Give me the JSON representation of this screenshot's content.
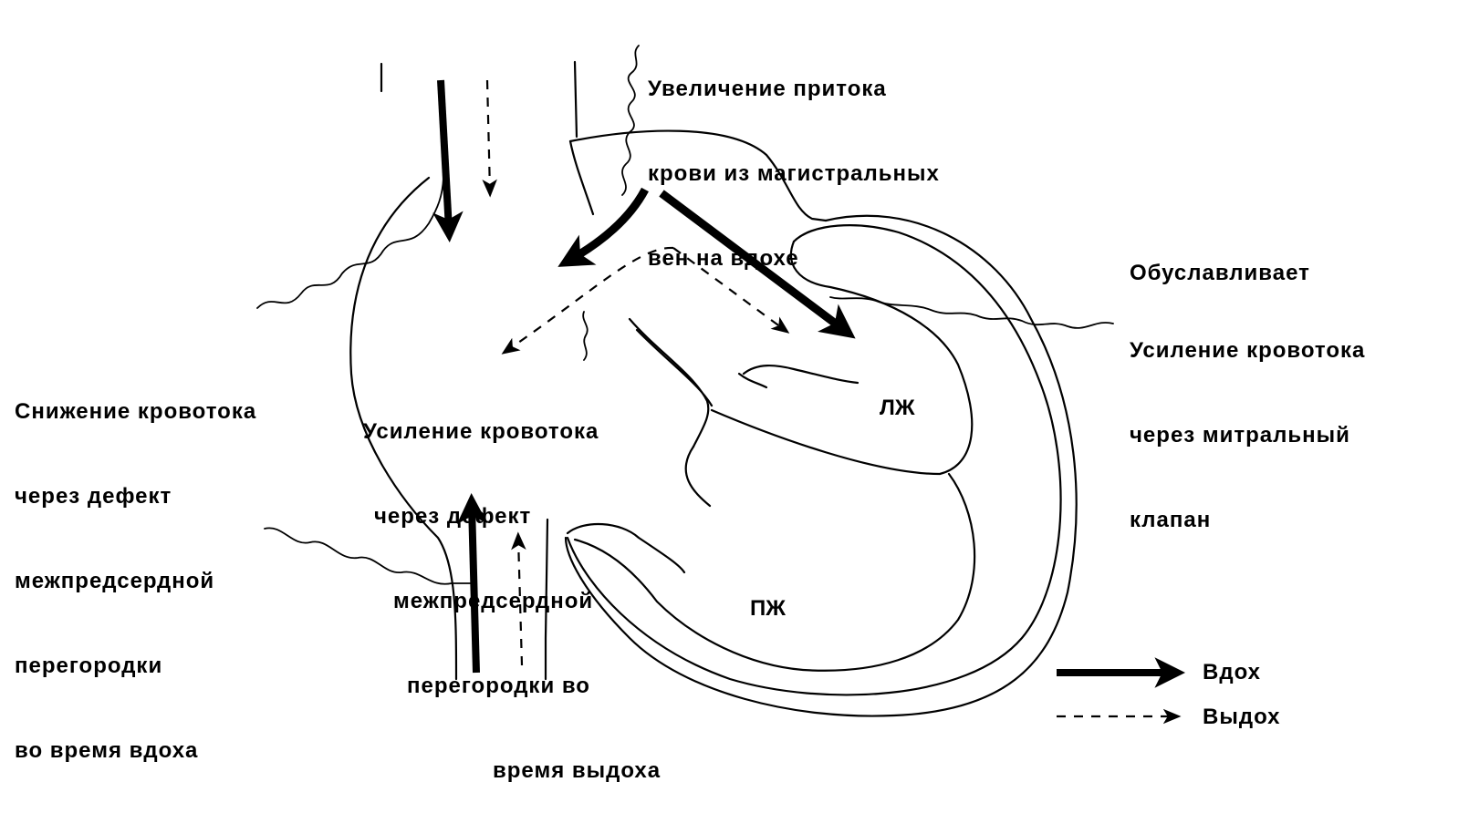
{
  "labels": {
    "inflow": [
      "Увеличение притока",
      "крови из магистральных",
      "вен на вдохе"
    ],
    "causes": "Обуславливает",
    "mitral": [
      "Усиление кровотока",
      "через митральный",
      "клапан"
    ],
    "asd_inspiration": [
      "Снижение кровотока",
      "через дефект",
      "межпредсердной",
      "перегородки",
      "во время вдоха"
    ],
    "asd_expiration": [
      "Усиление кровотока",
      "через дефект",
      "межпредсердной",
      "перегородки во",
      "время выдоха"
    ],
    "lv": "ЛЖ",
    "rv": "ПЖ"
  },
  "legend": {
    "inspiration": "Вдох",
    "expiration": "Выдох"
  },
  "colors": {
    "ink": "#000000",
    "paper": "#ffffff"
  }
}
